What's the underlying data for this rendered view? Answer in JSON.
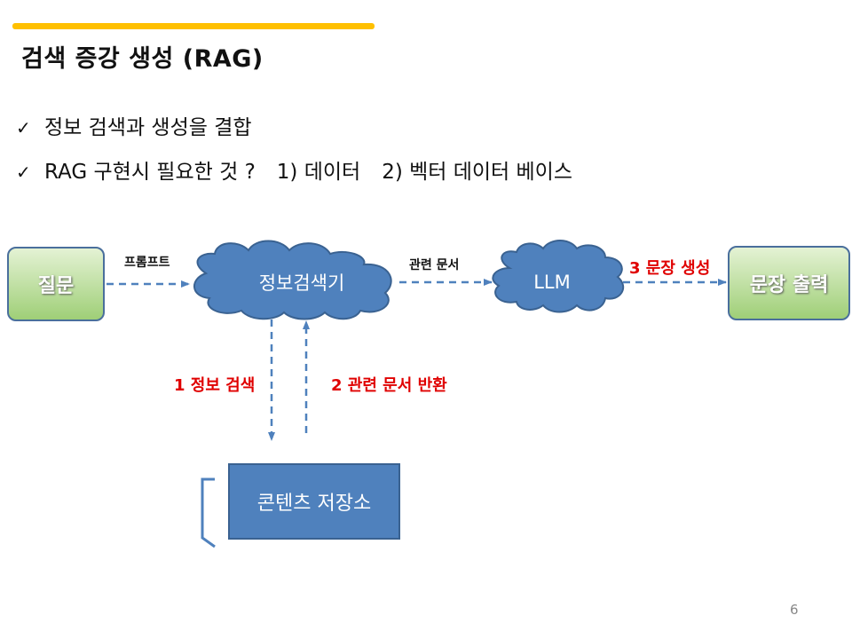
{
  "slide": {
    "title": "검색 증강 생성 (RAG)",
    "page_number": "6",
    "accent_color": "#ffc000"
  },
  "bullets": [
    {
      "check": "✓",
      "text": "정보 검색과 생성을 결합"
    },
    {
      "check": "✓",
      "text_main": "RAG 구현시 필요한 것 ?",
      "item1": "1) 데이터",
      "item2": "2) 벡터 데이터 베이스"
    }
  ],
  "diagram": {
    "nodes": {
      "question": "질문",
      "retriever": "정보검색기",
      "llm": "LLM",
      "output": "문장 출력",
      "store": "콘텐츠 저장소"
    },
    "edge_labels": {
      "prompt": "프롬프트",
      "related_docs": "관련 문서"
    },
    "steps": {
      "step1": "1 정보 검색",
      "step2": "2 관련 문서 반환",
      "step3": "3 문장 생성"
    },
    "colors": {
      "node_blue": "#4f81bd",
      "box_green": "#9fcf77",
      "step_red": "#e00000"
    }
  }
}
